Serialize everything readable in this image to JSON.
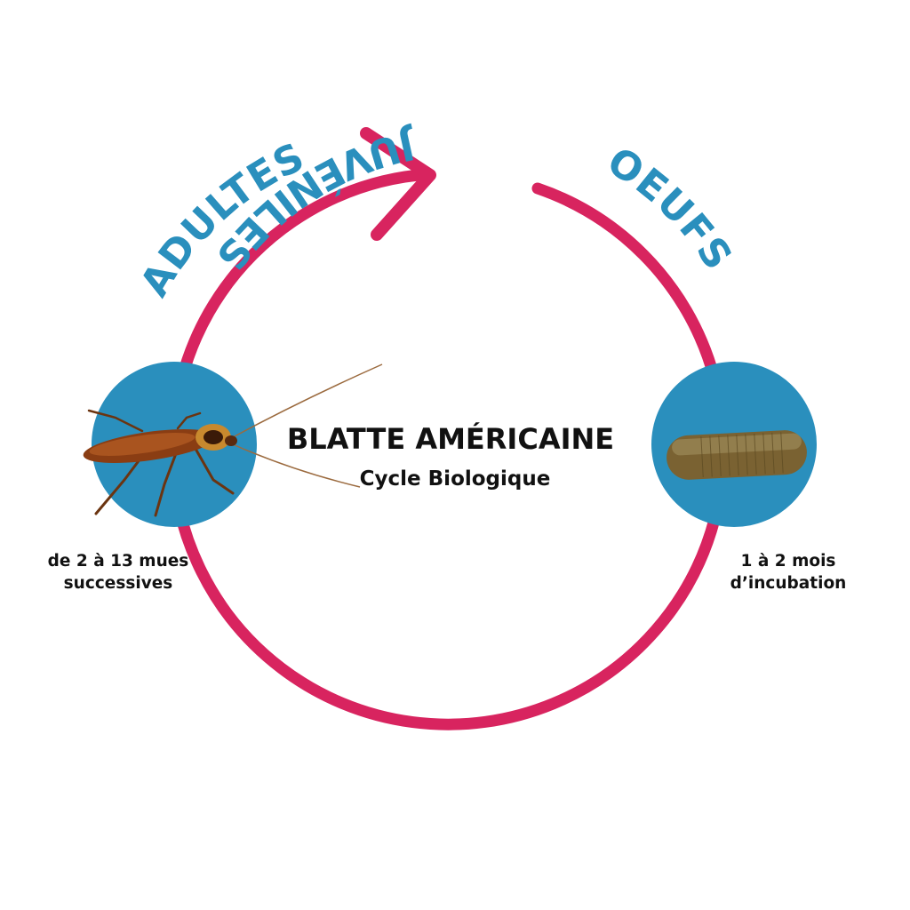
{
  "colors": {
    "cycle_arrow": "#d8245f",
    "stage_label": "#2a8fbd",
    "stage_disc": "#2a8fbd",
    "text": "#111111"
  },
  "title": "BLATTE AMÉRICAINE",
  "subtitle": "Cycle Biologique",
  "stages": {
    "adults": "ADULTES",
    "eggs": "OEUFS",
    "juveniles": "JUVÉNILES"
  },
  "notes": {
    "molts_line1": "de 2 à 13 mues",
    "molts_line2": "successives",
    "incubation_line1": "1 à 2 mois",
    "incubation_line2": "d’incubation"
  },
  "images": {
    "adult": "cockroach-illustration",
    "egg": "ootheca-egg-case-illustration"
  }
}
